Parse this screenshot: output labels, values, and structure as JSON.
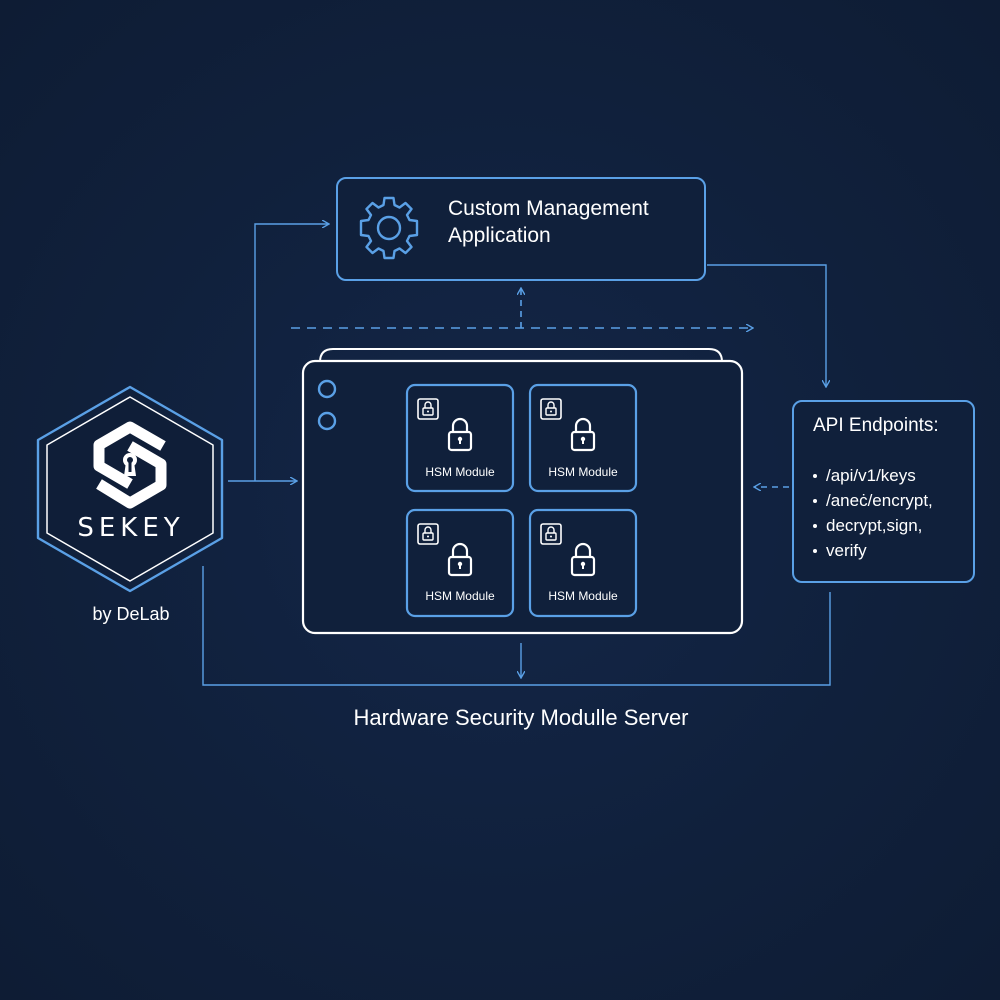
{
  "management_app": {
    "title_line1": "Custom Management",
    "title_line2": "Application",
    "icon": "gear-icon"
  },
  "brand": {
    "name": "SEKEY",
    "byline": "by DeLab",
    "icon": "keyhole-s-logo"
  },
  "server": {
    "caption": "Hardware Security Modulle Server",
    "modules": [
      {
        "label": "HSM Module",
        "icon": "lock-icon"
      },
      {
        "label": "HSM Module",
        "icon": "lock-icon"
      },
      {
        "label": "HSM Module",
        "icon": "lock-icon"
      },
      {
        "label": "HSM Module",
        "icon": "lock-icon"
      }
    ]
  },
  "api": {
    "title": "API Endpoints:",
    "items": [
      "/api/v1/keys",
      "/aneċ/encrypt,",
      "decrypt,sign,",
      "verify"
    ]
  },
  "colors": {
    "background": "#10203b",
    "accent": "#5aa0e6",
    "box_stroke": "#4a90d9",
    "white": "#ffffff"
  }
}
